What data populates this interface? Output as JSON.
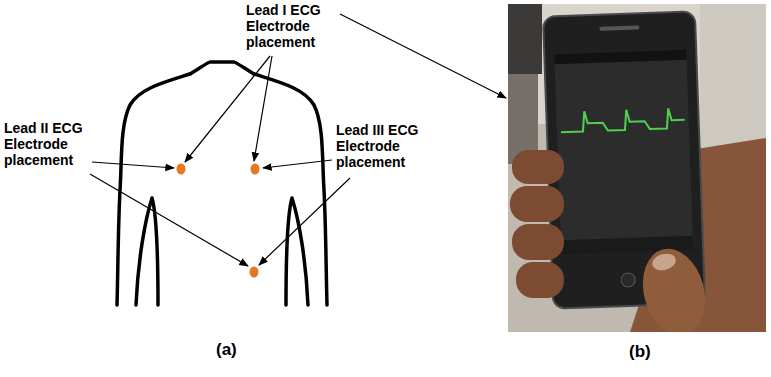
{
  "diagram": {
    "labels": [
      "Lead I ECG Electrode placement",
      "Lead II ECG Electrode placement",
      "Lead III ECG Electrode placement",
      "(a)",
      "(b)"
    ]
  }
}
